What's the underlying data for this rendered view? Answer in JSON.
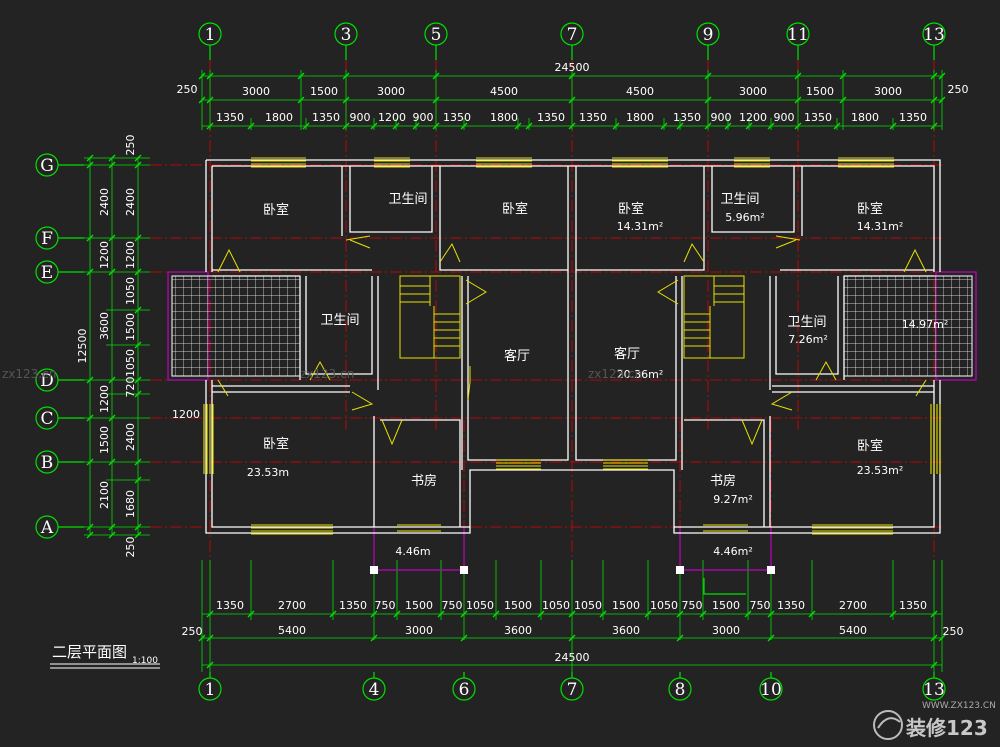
{
  "drawing": {
    "title": "二层平面图",
    "scale": "1:100"
  },
  "grid": {
    "top_axes": [
      "1",
      "3",
      "5",
      "7",
      "9",
      "11",
      "13"
    ],
    "bottom_axes": [
      "1",
      "4",
      "6",
      "7",
      "8",
      "10",
      "13"
    ],
    "left_axes": [
      "G",
      "F",
      "E",
      "D",
      "C",
      "B",
      "A"
    ]
  },
  "dimensions": {
    "top_total": "24500",
    "top_row1": [
      "250",
      "3000",
      "1500",
      "3000",
      "4500",
      "4500",
      "3000",
      "1500",
      "3000",
      "250"
    ],
    "top_row2": [
      "1350",
      "1800",
      "1350",
      "900",
      "1200",
      "900",
      "1350",
      "1800",
      "1350",
      "1350",
      "1800",
      "1350",
      "900",
      "1200",
      "900",
      "1350",
      "1800",
      "1350"
    ],
    "bottom_row1": [
      "1350",
      "2700",
      "1350",
      "750",
      "1500",
      "750",
      "1050",
      "1500",
      "1050",
      "1050",
      "1500",
      "1050",
      "750",
      "1500",
      "750",
      "1350",
      "2700",
      "1350"
    ],
    "bottom_row2": [
      "250",
      "5400",
      "3000",
      "3600",
      "3600",
      "3000",
      "5400",
      "250"
    ],
    "bottom_total": "24500",
    "left_total": "12500",
    "left_outer": [
      "2400",
      "1200",
      "3600",
      "1200",
      "1500",
      "2100"
    ],
    "left_inner": [
      "250",
      "2400",
      "1200",
      "1050",
      "1500",
      "1050",
      "720",
      "2400",
      "1680",
      "250"
    ],
    "balcony_offset": "1200"
  },
  "rooms": {
    "bedroom_label": "卧室",
    "bath_label": "卫生间",
    "living_label": "客厅",
    "study_label": "书房",
    "area_bedroom_ne": "14.31m²",
    "area_bedroom_f": "14.31m²",
    "area_bath_top": "5.96m²",
    "area_bath_right": "7.26m²",
    "area_living": "20.36m²",
    "area_bedroom_sw": "23.53m",
    "area_bedroom_se": "23.53m²",
    "area_study": "9.27m²",
    "area_balcony_l": "4.46m",
    "area_balcony_r": "4.46m²",
    "area_terrace": "14.97m²"
  },
  "watermark": {
    "url1": "zx123.cn",
    "url2": "zx123.cn",
    "url3": "zx123.cn",
    "site": "WWW.ZX123.CN",
    "brand": "装修123"
  },
  "colors": {
    "wall": "#ffffff",
    "dim": "#00e000",
    "axis_line": "#e00000",
    "window": "#e8e000",
    "balcony": "#c000c0"
  }
}
